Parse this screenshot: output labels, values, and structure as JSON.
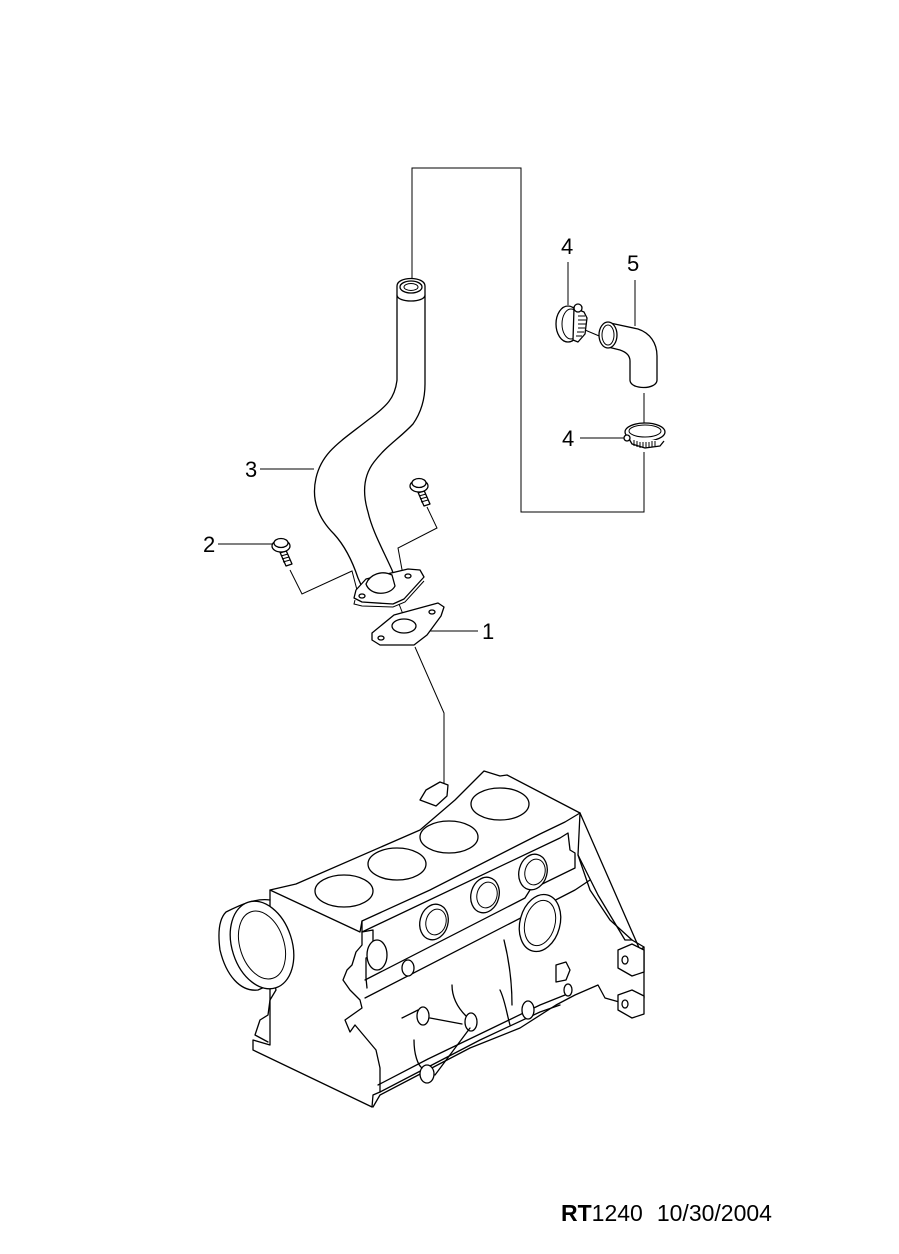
{
  "diagram": {
    "title": "Engine block coolant pipe parts diagram",
    "callouts": [
      {
        "number": "1",
        "part": "gasket"
      },
      {
        "number": "2",
        "part": "bolt"
      },
      {
        "number": "3",
        "part": "coolant pipe"
      },
      {
        "number": "4",
        "part": "hose clamp (upper)"
      },
      {
        "number": "4",
        "part": "hose clamp (lower)"
      },
      {
        "number": "5",
        "part": "elbow hose"
      }
    ],
    "components": [
      "coolant-pipe",
      "pipe-flange",
      "gasket",
      "bolt",
      "bolt",
      "hose-clamp",
      "hose-clamp",
      "elbow-hose",
      "engine-block"
    ]
  },
  "footer": {
    "ref_prefix": "RT",
    "ref_number": "1240",
    "date": "10/30/2004"
  }
}
